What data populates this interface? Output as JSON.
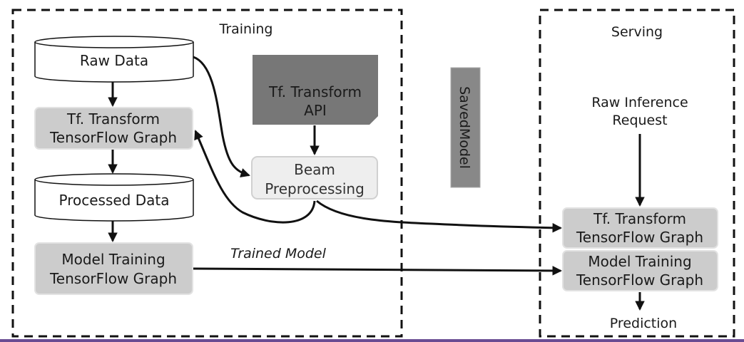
{
  "training": {
    "title": "Training",
    "raw_data": "Raw Data",
    "tf_transform_graph": [
      "Tf. Transform",
      "TensorFlow Graph"
    ],
    "processed_data": "Processed Data",
    "model_training_graph": [
      "Model Training",
      "TensorFlow Graph"
    ],
    "tf_transform_api": [
      "Tf. Transform",
      "API"
    ],
    "beam_preprocessing": [
      "Beam",
      "Preprocessing"
    ]
  },
  "saved_model": "SavedModel",
  "trained_model_label": "Trained Model",
  "serving": {
    "title": "Serving",
    "raw_inference_request": [
      "Raw Inference",
      "Request"
    ],
    "tf_transform_graph": [
      "Tf. Transform",
      "TensorFlow Graph"
    ],
    "model_training_graph": [
      "Model Training",
      "TensorFlow Graph"
    ],
    "prediction": "Prediction"
  },
  "colors": {
    "box_fill": "#cccccc",
    "box_border": "#e2e2e2",
    "api_fill": "#777777",
    "beam_fill": "#eeeeee",
    "saved_model_fill": "#888888",
    "bottom_bar": "#6a4c93"
  }
}
